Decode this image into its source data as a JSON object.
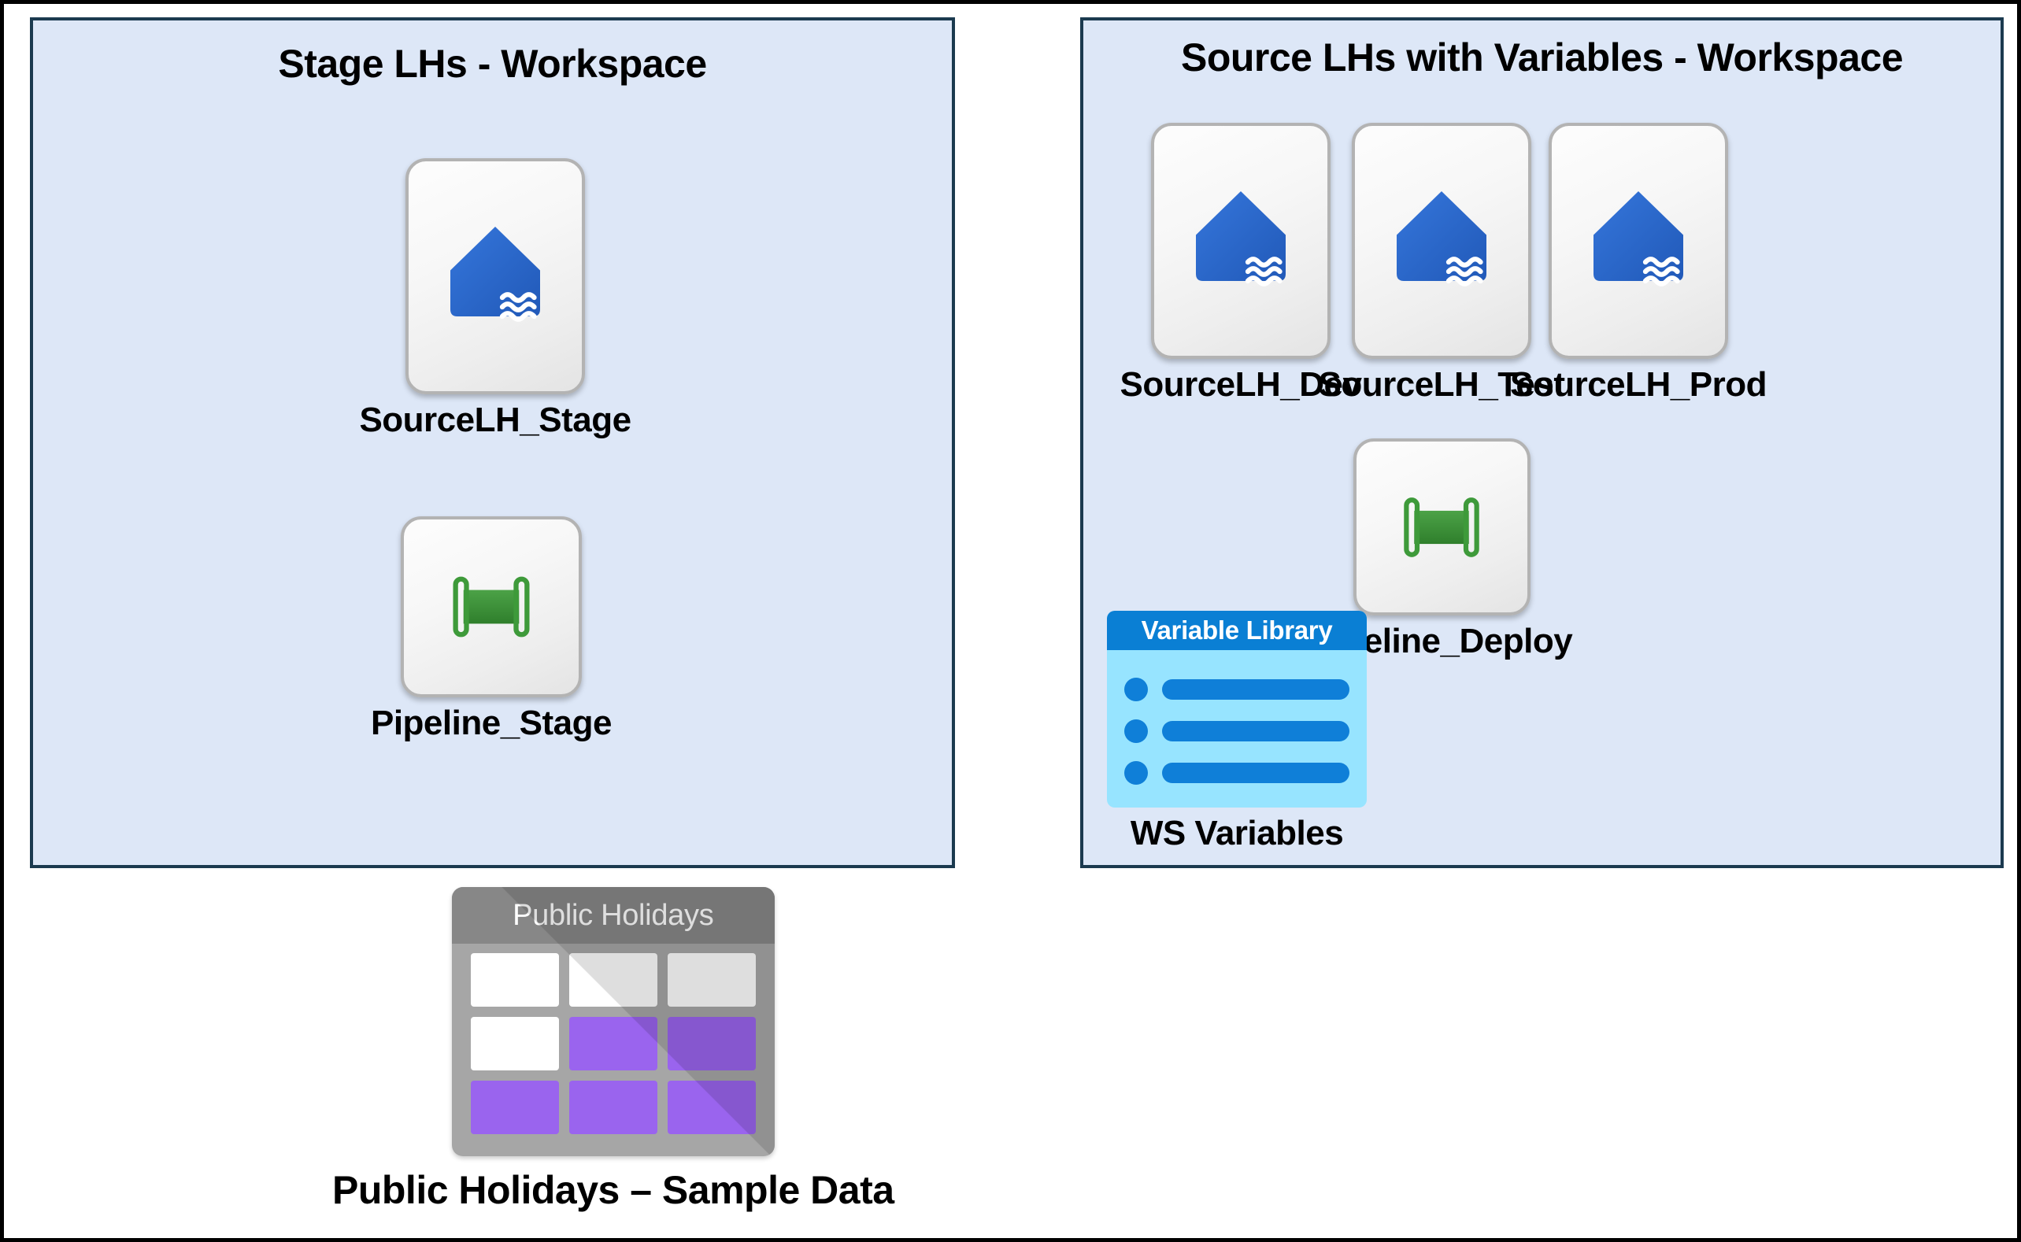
{
  "colors": {
    "panel_bg": "#DDE7F7",
    "panel_border": "#1B3A4F",
    "lakehouse_blue": "#2B6CD4",
    "pipeline_green": "#3E9A3A",
    "variable_header_blue": "#0A7FD4",
    "variable_body_cyan": "#97E4FF",
    "table_gray": "#A6A6A6",
    "table_purple": "#9A64EE",
    "canvas_bg": "#FFFFFF",
    "frame_black": "#000000"
  },
  "panels": [
    {
      "id": "stage",
      "title": "Stage LHs - Workspace",
      "items": [
        {
          "label": "SourceLH_Stage",
          "icon": "lakehouse-icon",
          "type": "lakehouse"
        },
        {
          "label": "Pipeline_Stage",
          "icon": "pipeline-icon",
          "type": "pipeline"
        }
      ]
    },
    {
      "id": "source",
      "title": "Source LHs with Variables - Workspace",
      "items": [
        {
          "label": "SourceLH_Dev",
          "icon": "lakehouse-icon",
          "type": "lakehouse"
        },
        {
          "label": "SourceLH_Test",
          "icon": "lakehouse-icon",
          "type": "lakehouse"
        },
        {
          "label": "SourceLH_Prod",
          "icon": "lakehouse-icon",
          "type": "lakehouse"
        },
        {
          "label": "Pipeline_Deploy",
          "icon": "pipeline-icon",
          "type": "pipeline"
        },
        {
          "label": "WS Variables",
          "icon": "variable-library-icon",
          "type": "variable-library",
          "card_title": "Variable Library",
          "rows": 3
        }
      ]
    }
  ],
  "standalone": {
    "label": "Public Holidays – Sample Data",
    "icon": "table-icon",
    "card_title": "Public Holidays",
    "grid": [
      [
        "white",
        "white",
        "white"
      ],
      [
        "white",
        "purple",
        "purple"
      ],
      [
        "purple",
        "purple",
        "purple"
      ]
    ]
  }
}
